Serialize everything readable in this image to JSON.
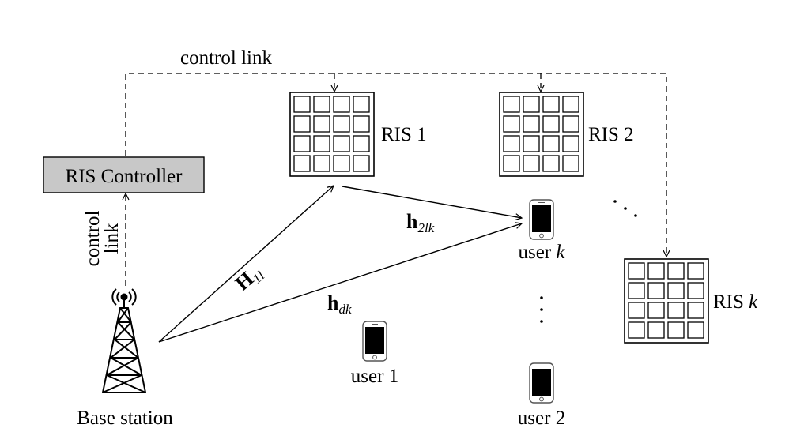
{
  "labels": {
    "control_link_top": "control link",
    "control_link_side_1": "control",
    "control_link_side_2": "link",
    "ris_controller": "RIS Controller",
    "base_station": "Base station",
    "ris_1": "RIS 1",
    "ris_2": "RIS 2",
    "ris_k_prefix": "RIS ",
    "ris_k_var": "k",
    "user_k_prefix": "user ",
    "user_k_var": "k",
    "user_1": "user 1",
    "user_2": "user 2"
  },
  "channels": {
    "H1l_base": "H",
    "H1l_sub": "1l",
    "h2lk_base": "h",
    "h2lk_sub": "2lk",
    "hdk_base": "h",
    "hdk_sub": "dk"
  },
  "colors": {
    "controller_fill": "#c8c8c8",
    "stroke": "#000000"
  },
  "icons": {
    "tower": "cell-tower-icon",
    "phone": "smartphone-icon"
  }
}
